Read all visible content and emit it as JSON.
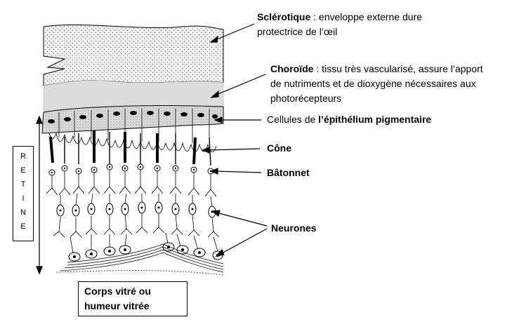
{
  "labels": {
    "sclera_term": "Sclérotique",
    "sclera_desc_1": " : enveloppe externe dure",
    "sclera_desc_2": "protectrice de l’œil",
    "choroid_term": "Choroïde",
    "choroid_desc_1": " : tissu très vascularisé, assure l’apport",
    "choroid_desc_2": "de nutriments et de dioxygène nécessaires aux",
    "choroid_desc_3": "photorécepteurs",
    "epithelium_prefix": "Cellules de ",
    "epithelium_term": "l’épithélium pigmentaire",
    "cone": "Cône",
    "rod": "Bâtonnet",
    "neurons": "Neurones",
    "vitreous_line_1": "Corps vitré ou",
    "vitreous_line_2": "humeur vitrée"
  },
  "retina_letters": [
    "R",
    "E",
    "T",
    "I",
    "N",
    "E"
  ],
  "colors": {
    "ink": "#000000",
    "sclera_fill": "#f4f4f4",
    "choroid_fill": "#e6e6e6",
    "epithelium_fill": "#dcdcdc"
  }
}
